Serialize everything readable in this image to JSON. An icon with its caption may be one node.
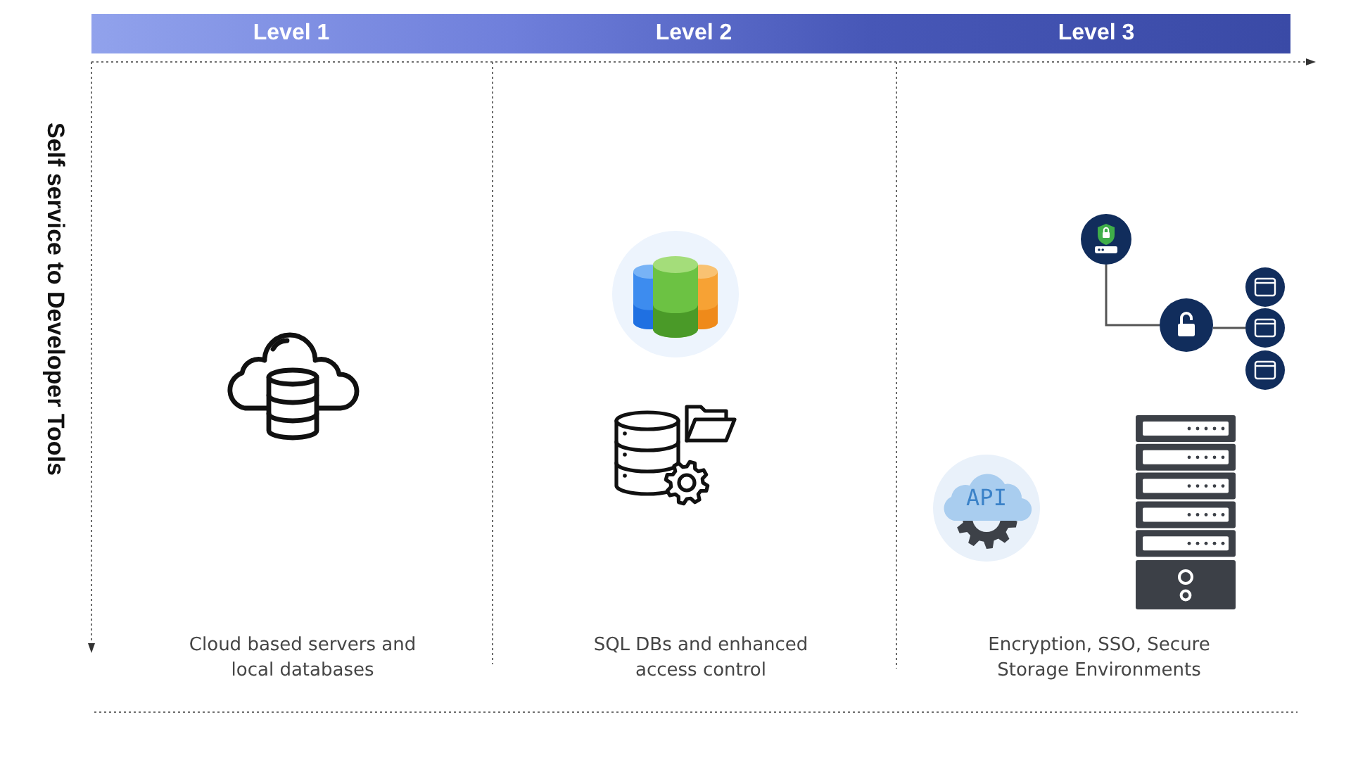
{
  "diagram": {
    "nodes": [
      {
        "text": [],
        "shape": "circle"
      },
      {
        "text": [],
        "shape": "circle"
      },
      {
        "text": [],
        "shape": "circle"
      },
      {
        "text": [],
        "shape": "circle"
      },
      {
        "text": [],
        "shape": "circle"
      }
    ],
    "edges": [
      {
        "from": 0,
        "to": 1,
        "arrow": "none"
      },
      {
        "from": 1,
        "to": 3,
        "arrow": "none"
      }
    ],
    "labels": [
      "Level 1",
      "Level 2",
      "Level 3",
      "Self service to Developer Tools",
      "API",
      "Cloud based servers and local databases",
      "SQL DBs and enhanced access control",
      "Encryption, SSO, Secure Storage Environments"
    ]
  }
}
